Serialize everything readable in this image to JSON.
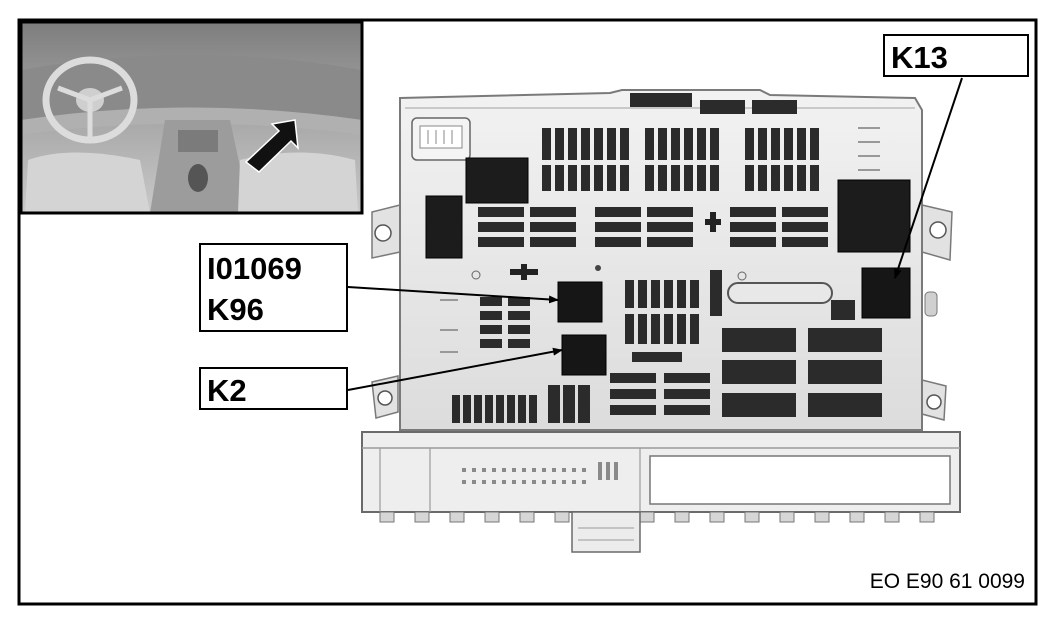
{
  "callouts": {
    "k13": "K13",
    "i01069": "I01069",
    "k96": "K96",
    "k2": "K2"
  },
  "figure_code": "EO E90 61 0099",
  "colors": {
    "frame": "#000000",
    "housing": "#e9e9e9",
    "housing_edge": "#7a7a7a",
    "fuse_dark": "#2a2a2a",
    "relay": "#161616",
    "inset_bg": "#9a9a9a"
  }
}
